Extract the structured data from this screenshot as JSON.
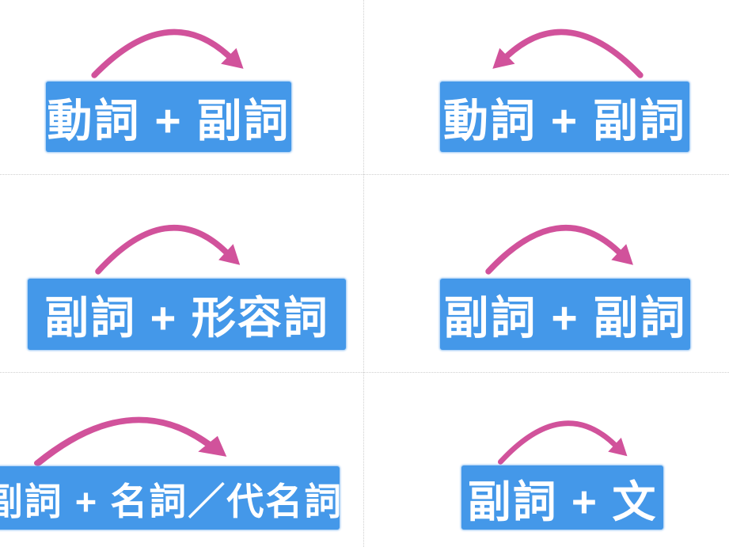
{
  "colors": {
    "page_bg": "#ffffff",
    "box_blue": "#4498e9",
    "arrow_pink": "#d1529b",
    "text_white": "#ffffff",
    "divider_gray": "#cfcfcf"
  },
  "grid": {
    "columns": 2,
    "rows": 3,
    "divider_style": "dotted"
  },
  "cells": [
    {
      "id": "top-left",
      "label": "動詞 + 副詞",
      "arrow_direction": "right"
    },
    {
      "id": "top-right",
      "label": "動詞 + 副詞",
      "arrow_direction": "left"
    },
    {
      "id": "middle-left",
      "label": "副詞 + 形容詞",
      "arrow_direction": "right"
    },
    {
      "id": "middle-right",
      "label": "副詞 + 副詞",
      "arrow_direction": "right"
    },
    {
      "id": "bottom-left",
      "label": "副詞 + 名詞／代名詞",
      "arrow_direction": "right"
    },
    {
      "id": "bottom-right",
      "label": "副詞 + 文",
      "arrow_direction": "right"
    }
  ]
}
